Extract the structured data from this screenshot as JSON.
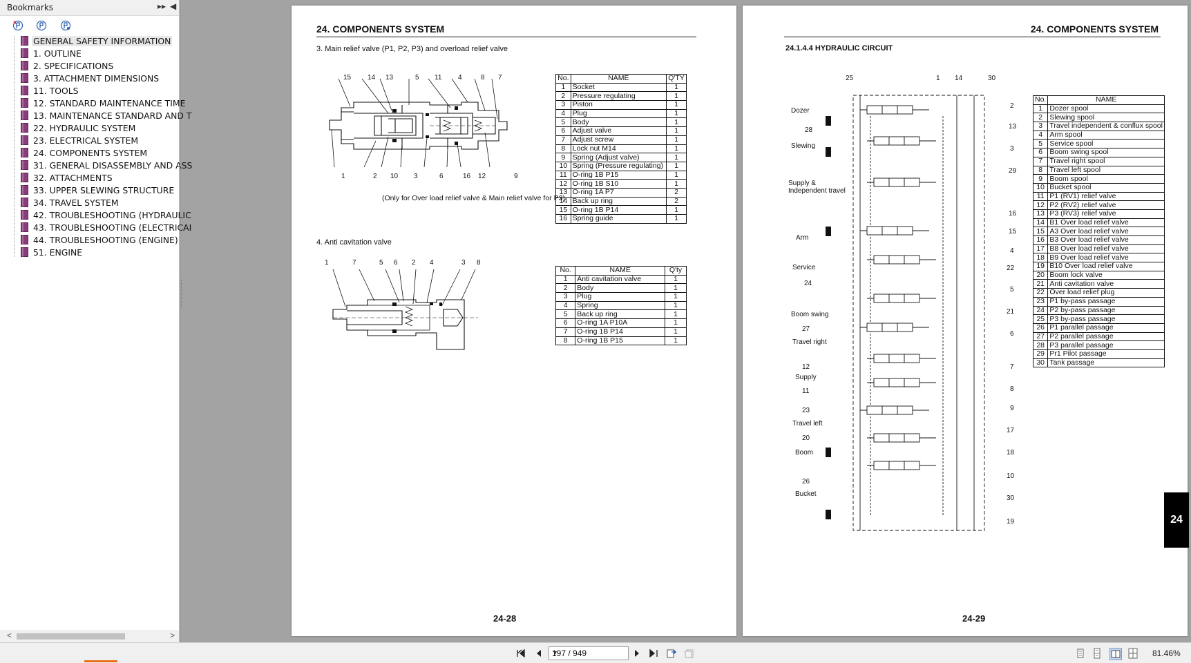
{
  "sidebar": {
    "title": "Bookmarks",
    "bookmarks": [
      "GENERAL SAFETY INFORMATION",
      "1. OUTLINE",
      "2. SPECIFICATIONS",
      "3. ATTACHMENT DIMENSIONS",
      "11. TOOLS",
      "12. STANDARD MAINTENANCE TIME",
      "13. MAINTENANCE STANDARD AND T",
      "22. HYDRAULIC SYSTEM",
      "23. ELECTRICAL SYSTEM",
      "24. COMPONENTS SYSTEM",
      "31. GENERAL DISASSEMBLY AND ASS",
      "32. ATTACHMENTS",
      "33. UPPER SLEWING STRUCTURE",
      "34. TRAVEL SYSTEM",
      "42. TROUBLESHOOTING (HYDRAULIC",
      "43. TROUBLESHOOTING (ELECTRICAI",
      "44. TROUBLESHOOTING (ENGINE)",
      "51. ENGINE"
    ]
  },
  "left_page": {
    "header": "24.  COMPONENTS SYSTEM",
    "section3_caption": "3. Main relief valve (P1, P2, P3) and overload relief valve",
    "section3_note": "(Only for Over load relief valve & Main relief valve for P3)",
    "section3_callouts_top": [
      "15",
      "14",
      "13",
      "5",
      "11",
      "4",
      "8",
      "7"
    ],
    "section3_callouts_bottom": [
      "1",
      "2",
      "10",
      "3",
      "6",
      "16",
      "12",
      "9"
    ],
    "table1_headers": [
      "No.",
      "NAME",
      "Q'TY"
    ],
    "table1": [
      [
        "1",
        "Socket",
        "1"
      ],
      [
        "2",
        "Pressure regulating",
        "1"
      ],
      [
        "3",
        "Piston",
        "1"
      ],
      [
        "4",
        "Plug",
        "1"
      ],
      [
        "5",
        "Body",
        "1"
      ],
      [
        "6",
        "Adjust valve",
        "1"
      ],
      [
        "7",
        "Adjust screw",
        "1"
      ],
      [
        "8",
        "Lock nut  M14",
        "1"
      ],
      [
        "9",
        "Spring (Adjust valve)",
        "1"
      ],
      [
        "10",
        "Spring (Pressure regulating)",
        "1"
      ],
      [
        "11",
        "O-ring  1B  P15",
        "1"
      ],
      [
        "12",
        "O-ring  1B  S10",
        "1"
      ],
      [
        "13",
        "O-ring  1A  P7",
        "2"
      ],
      [
        "14",
        "Back up ring",
        "2"
      ],
      [
        "15",
        "O-ring  1B  P14",
        "1"
      ],
      [
        "16",
        "Spring guide",
        "1"
      ]
    ],
    "section4_caption": "4. Anti cavitation valve",
    "section4_callouts": [
      "1",
      "7",
      "5",
      "6",
      "2",
      "4",
      "3",
      "8"
    ],
    "table2_headers": [
      "No.",
      "NAME",
      "Q'ty"
    ],
    "table2": [
      [
        "1",
        "Anti cavitation valve",
        "1"
      ],
      [
        "2",
        "Body",
        "1"
      ],
      [
        "3",
        "Plug",
        "1"
      ],
      [
        "4",
        "Spring",
        "1"
      ],
      [
        "5",
        "Back up ring",
        "1"
      ],
      [
        "6",
        "O-ring  1A  P10A",
        "1"
      ],
      [
        "7",
        "O-ring  1B  P14",
        "1"
      ],
      [
        "8",
        "O-ring  1B  P15",
        "1"
      ]
    ],
    "page_number": "24-28"
  },
  "right_page": {
    "header": "24.  COMPONENTS SYSTEM",
    "subheader": "24.1.4.4 HYDRAULIC CIRCUIT",
    "circuit_labels": [
      "Dozer",
      "Slewing",
      "Supply &",
      "Independent travel",
      "Arm",
      "Service",
      "Boom swing",
      "Travel right",
      "Supply",
      "Travel left",
      "Boom",
      "Bucket"
    ],
    "circuit_callouts_left": [
      "25",
      "28",
      "24",
      "27",
      "12",
      "11",
      "23",
      "20",
      "26"
    ],
    "circuit_callouts_right": [
      "1",
      "14",
      "30",
      "2",
      "13",
      "3",
      "29",
      "16",
      "15",
      "4",
      "22",
      "5",
      "21",
      "6",
      "7",
      "8",
      "9",
      "17",
      "18",
      "10",
      "30",
      "19"
    ],
    "table_headers": [
      "No.",
      "NAME"
    ],
    "table": [
      [
        "1",
        "Dozer spool"
      ],
      [
        "2",
        "Slewing spool"
      ],
      [
        "3",
        "Travel independent & conflux spool"
      ],
      [
        "4",
        "Arm spool"
      ],
      [
        "5",
        "Service spool"
      ],
      [
        "6",
        "Boom swing spool"
      ],
      [
        "7",
        "Travel right spool"
      ],
      [
        "8",
        "Travel left spool"
      ],
      [
        "9",
        "Boom spool"
      ],
      [
        "10",
        "Bucket spool"
      ],
      [
        "11",
        "P1 (RV1) relief valve"
      ],
      [
        "12",
        "P2 (RV2) relief valve"
      ],
      [
        "13",
        "P3 (RV3) relief valve"
      ],
      [
        "14",
        "B1 Over load relief valve"
      ],
      [
        "15",
        "A3 Over load relief valve"
      ],
      [
        "16",
        "B3 Over load relief valve"
      ],
      [
        "17",
        "B8 Over load relief valve"
      ],
      [
        "18",
        "B9  Over load relief valve"
      ],
      [
        "19",
        "B10 Over load relief valve"
      ],
      [
        "20",
        "Boom lock valve"
      ],
      [
        "21",
        "Anti cavitation valve"
      ],
      [
        "22",
        "Over load relief plug"
      ],
      [
        "23",
        "P1 by-pass passage"
      ],
      [
        "24",
        "P2 by-pass passage"
      ],
      [
        "25",
        "P3 by-pass passage"
      ],
      [
        "26",
        "P1 parallel  passage"
      ],
      [
        "27",
        "P2 parallel  passage"
      ],
      [
        "28",
        "P3 parallel  passage"
      ],
      [
        "29",
        "Pr1  Pilot passage"
      ],
      [
        "30",
        "Tank passage"
      ]
    ],
    "side_tab": "24",
    "page_number": "24-29"
  },
  "statusbar": {
    "page_display": "197 / 949",
    "zoom": "81.46%"
  },
  "colors": {
    "viewer_bg": "#a3a3a3",
    "bookmark_icon": "#8a3d7a",
    "accent_orange": "#e8701a"
  }
}
